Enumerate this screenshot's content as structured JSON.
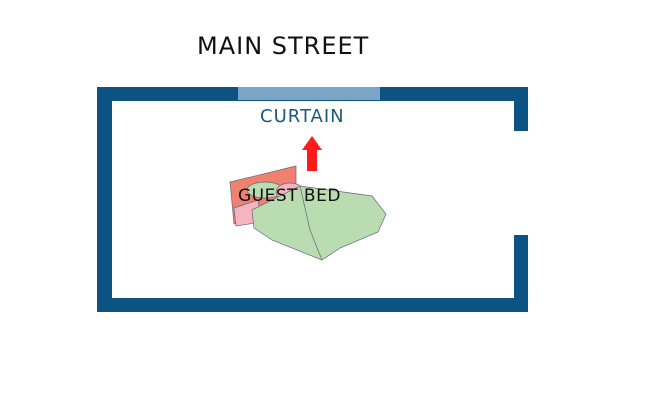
{
  "street_label": "MAIN STREET",
  "curtain_label": "CURTAIN",
  "bed_label": "GUEST BED",
  "colors": {
    "wall": "#0d5382",
    "curtain": "#7aa5c5",
    "arrow": "#ff1a1a",
    "bed_cover": "#b9ddb0",
    "headboard": "#f08070",
    "pillow": "#f5b5c0"
  }
}
